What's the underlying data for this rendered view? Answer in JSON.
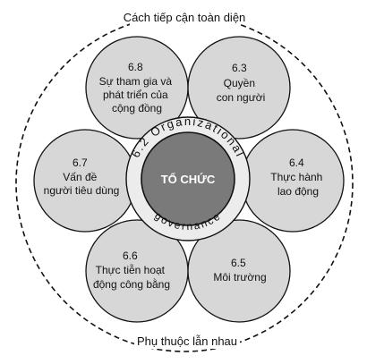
{
  "outer_top_label": "Cách tiếp cận toàn diện",
  "outer_bottom_label": "Phụ thuộc lẫn nhau",
  "center": {
    "label": "TỔ CHỨC",
    "ring_text_top": "6.2 Organizational",
    "ring_text_bottom": "governance"
  },
  "subjects": [
    {
      "id": "6.8",
      "lines": [
        "6.8",
        "Sự tham gia và",
        "phát triển của",
        "cộng đồng"
      ]
    },
    {
      "id": "6.3",
      "lines": [
        "6.3",
        "Quyền",
        "con người"
      ]
    },
    {
      "id": "6.7",
      "lines": [
        "6.7",
        "Vấn đề",
        "người tiêu dùng"
      ]
    },
    {
      "id": "6.4",
      "lines": [
        "6.4",
        "Thực hành",
        "lao động"
      ]
    },
    {
      "id": "6.6",
      "lines": [
        "6.6",
        "Thực tiễn hoạt",
        "động công bằng"
      ]
    },
    {
      "id": "6.5",
      "lines": [
        "6.5",
        "Môi trường"
      ]
    }
  ],
  "colors": {
    "petal_fill": "#d7d7d7",
    "center_fill": "#7a7a7a",
    "stroke": "#111111",
    "center_text": "#ffffff"
  }
}
